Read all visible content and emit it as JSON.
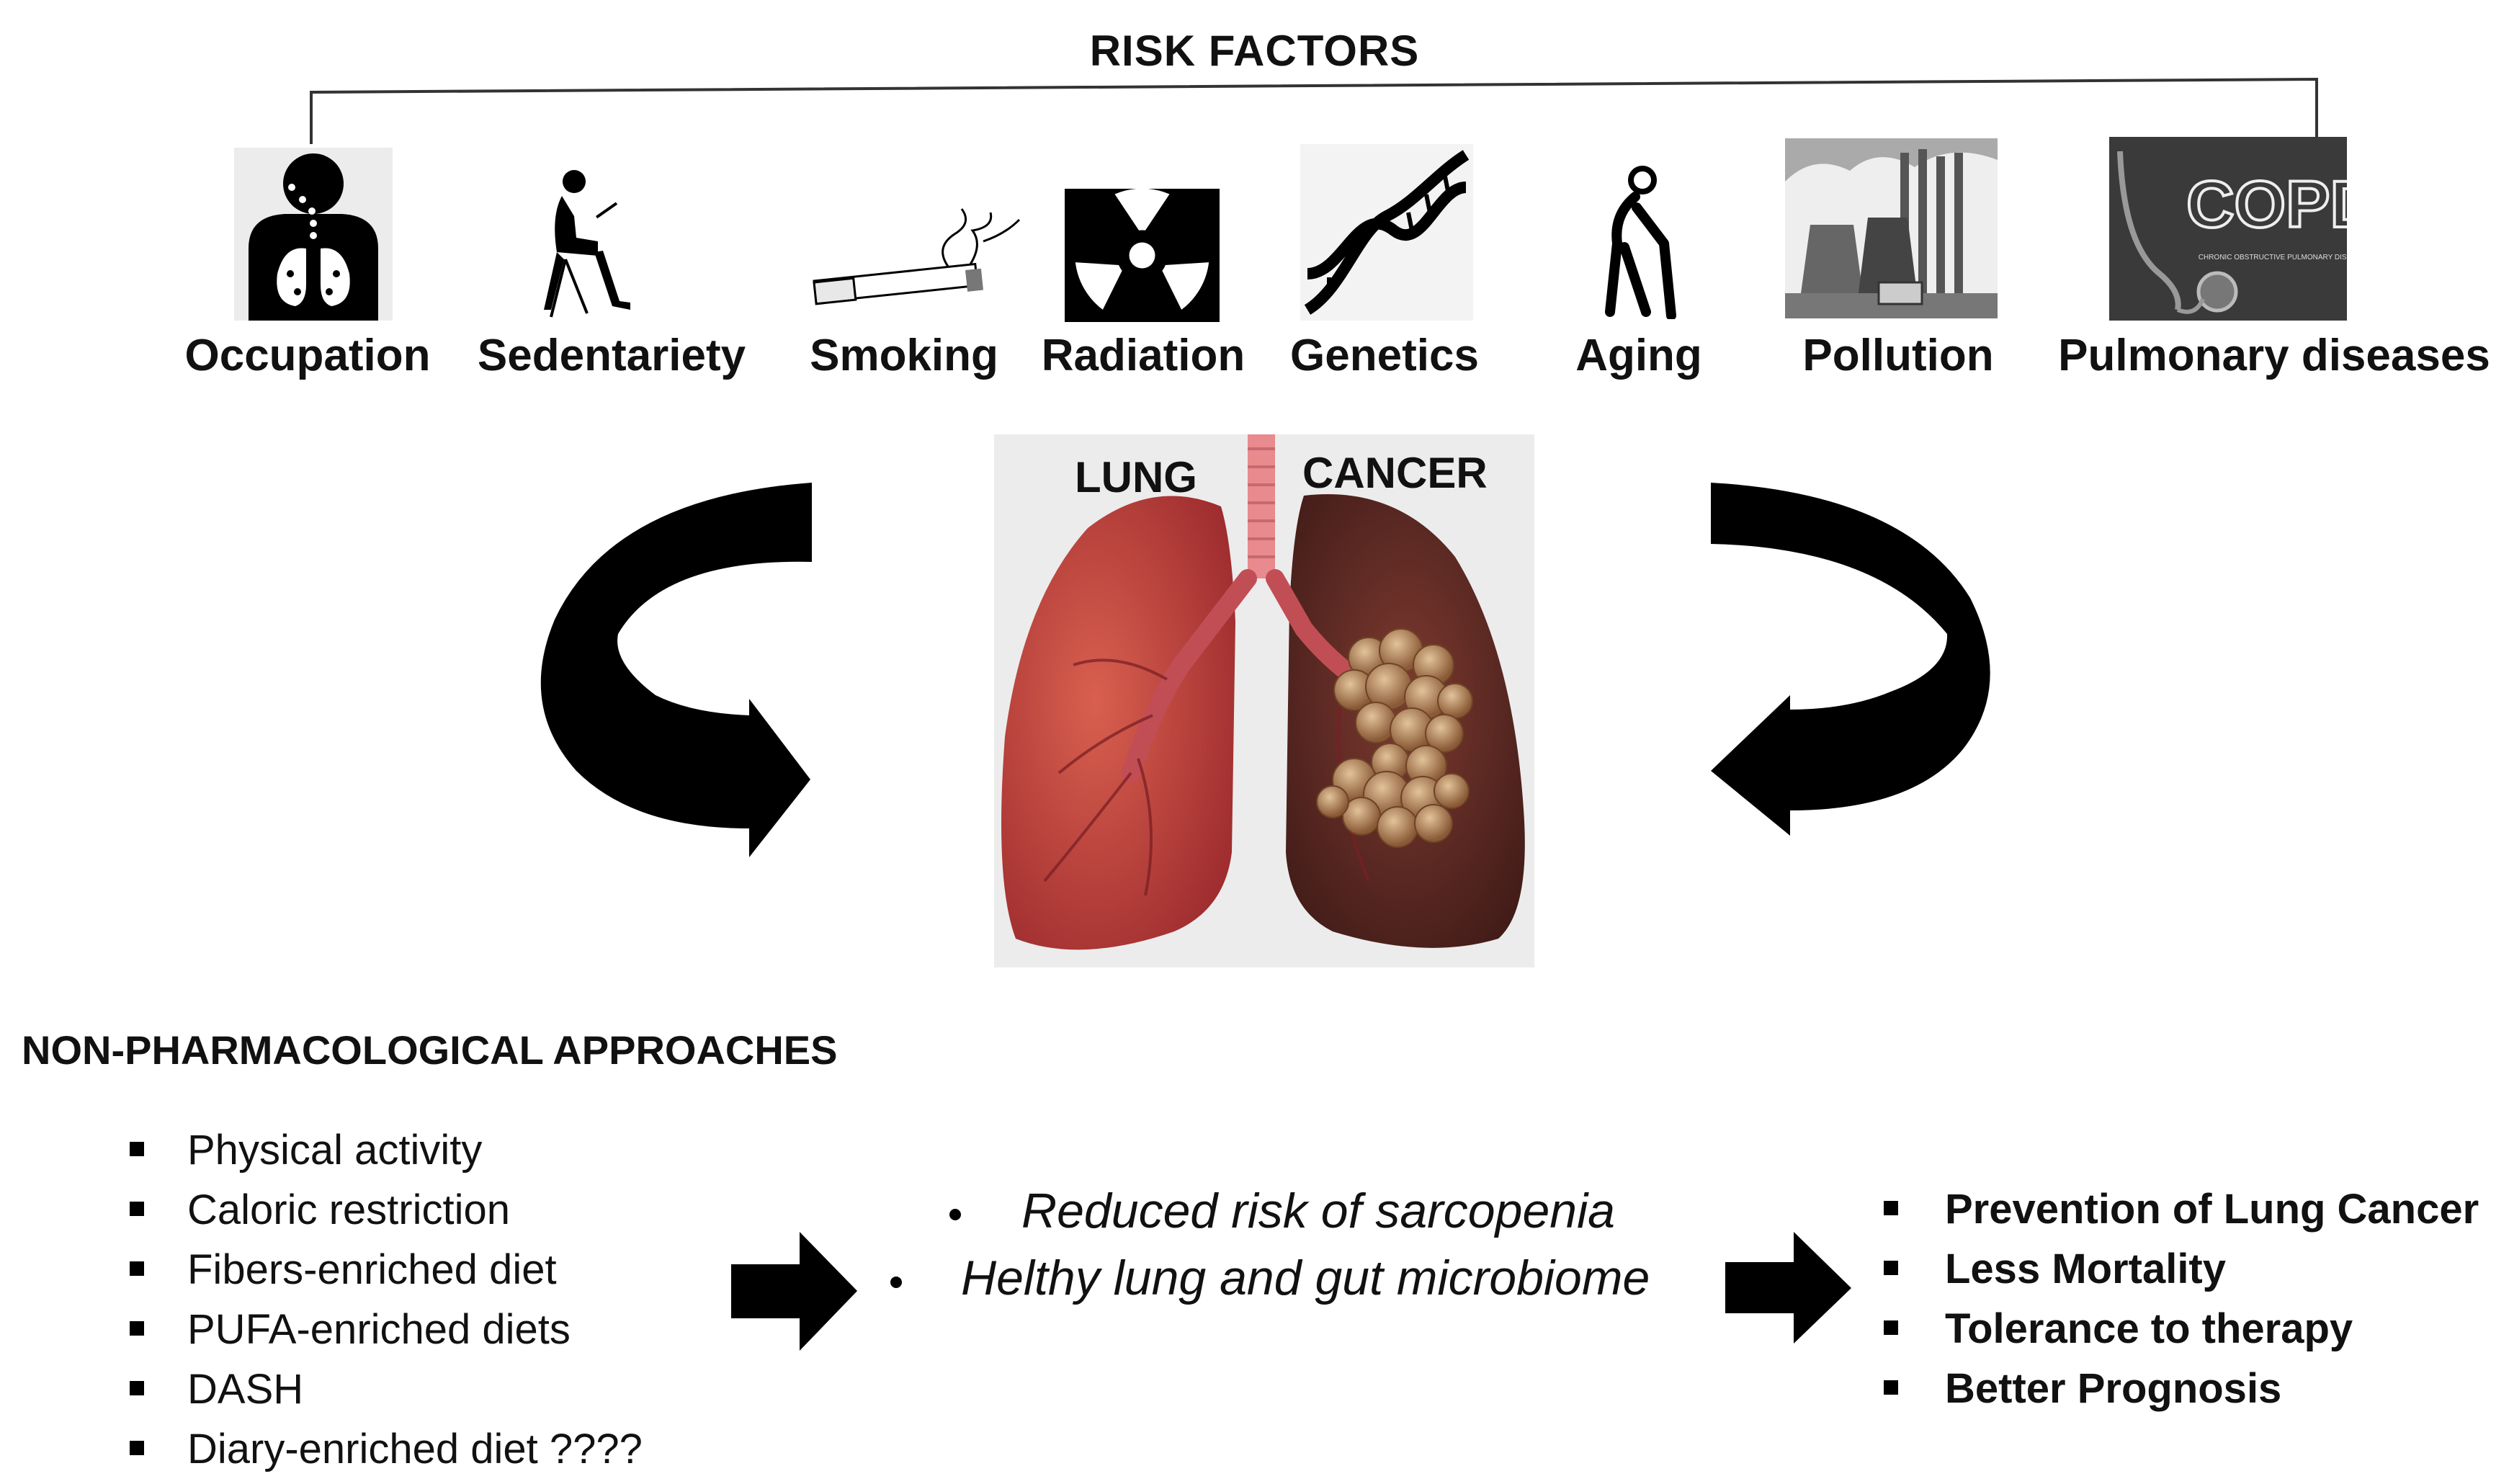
{
  "risk_factors": {
    "title": "RISK FACTORS",
    "items": [
      {
        "label": "Occupation",
        "icon": "person-lungs-icon"
      },
      {
        "label": "Sedentariety",
        "icon": "sitting-person-laptop-icon"
      },
      {
        "label": "Smoking",
        "icon": "cigarette-icon"
      },
      {
        "label": "Radiation",
        "icon": "radiation-icon"
      },
      {
        "label": "Genetics",
        "icon": "dna-icon"
      },
      {
        "label": "Aging",
        "icon": "elderly-person-cane-icon"
      },
      {
        "label": "Pollution",
        "icon": "factory-smoke-icon"
      },
      {
        "label": "Pulmonary diseases",
        "icon": "copd-stethoscope-icon"
      }
    ],
    "copd_text": "COPD",
    "copd_subtext": "CHRONIC OBSTRUCTIVE PULMONARY DISEASE"
  },
  "lungs": {
    "left_label": "LUNG",
    "right_label": "CANCER",
    "colors": {
      "healthy": "#c8423f",
      "cancer": "#6b2a22",
      "trachea": "#e88a8e",
      "tumor": "#b9895c"
    }
  },
  "approaches": {
    "title": "NON-PHARMACOLOGICAL APPROACHES",
    "items": [
      "Physical activity",
      "Caloric restriction",
      "Fibers-enriched diet",
      "PUFA-enriched diets",
      "DASH",
      "Diary-enriched diet ????"
    ]
  },
  "effects": {
    "items": [
      "Reduced risk of sarcopenia",
      "Helthy lung and gut microbiome"
    ]
  },
  "outcomes": {
    "items": [
      "Prevention of Lung Cancer",
      "Less Mortality",
      "Tolerance to therapy",
      "Better Prognosis"
    ]
  }
}
